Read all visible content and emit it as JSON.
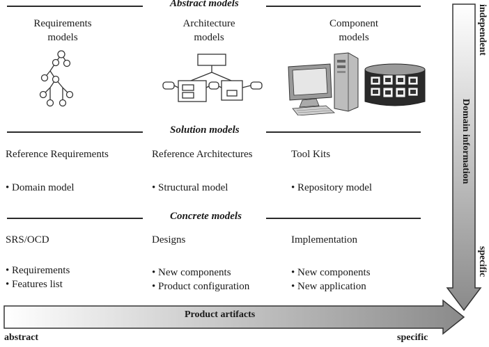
{
  "sections": {
    "abstract": "Abstract models",
    "solution": "Solution models",
    "concrete": "Concrete models"
  },
  "columns": {
    "requirements": "Requirements\nmodels",
    "architecture": "Architecture\nmodels",
    "component": "Component\nmodels"
  },
  "solution": {
    "col1_title": "Reference Requirements",
    "col1_items": [
      "• Domain model"
    ],
    "col2_title": "Reference Architectures",
    "col2_items": [
      "• Structural model"
    ],
    "col3_title": "Tool Kits",
    "col3_items": [
      "• Repository model"
    ]
  },
  "concrete": {
    "col1_title": "SRS/OCD",
    "col1_items": [
      "• Requirements",
      "• Features list"
    ],
    "col2_title": "Designs",
    "col2_items": [
      "• New components",
      "• Product configuration"
    ],
    "col3_title": "Implementation",
    "col3_items": [
      "• New components",
      "• New application"
    ]
  },
  "horizontal_arrow": {
    "label": "Product artifacts",
    "start_label": "abstract",
    "end_label": "specific"
  },
  "vertical_arrow": {
    "label": "Domain information",
    "top_label": "independent",
    "bottom_label": "specific"
  }
}
